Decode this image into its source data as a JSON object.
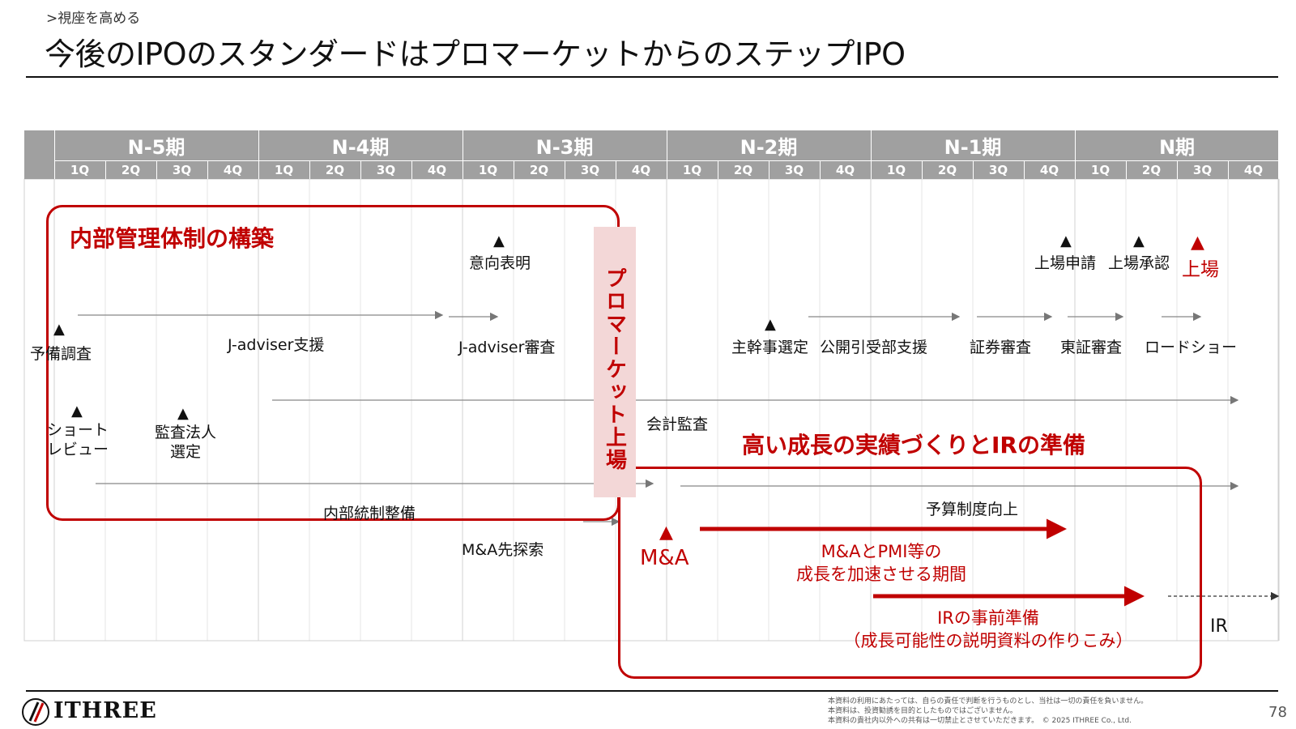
{
  "header": {
    "breadcrumb": ">視座を高める",
    "title": "今後のIPOのスタンダードはプロマーケットからのステップIPO"
  },
  "timeline": {
    "periods": [
      "N-5期",
      "N-4期",
      "N-3期",
      "N-2期",
      "N-1期",
      "N期"
    ],
    "quarters": [
      "1Q",
      "2Q",
      "3Q",
      "4Q"
    ]
  },
  "sections": {
    "internal_mgmt": "内部管理体制の構築",
    "pro_market": "プロマーケット上場",
    "growth_ir": "高い成長の実績づくりとIRの準備"
  },
  "milestones": {
    "yobi_chousa": "予備調査",
    "ikou_hyoumei": "意向表明",
    "short_review": [
      "ショート",
      "レビュー"
    ],
    "kansa_senntei": [
      "監査法人",
      "選定"
    ],
    "shukanji": "主幹事選定",
    "jojo_shinsei": "上場申請",
    "jojo_shounin": "上場承認",
    "jojo": "上場",
    "ma": "M&A"
  },
  "activities": {
    "jadviser_support": "J-adviser支援",
    "jadviser_review": "J-adviser審査",
    "public_support": "公開引受部支援",
    "shoken_review": "証券審査",
    "tosho_review": "東証審査",
    "roadshow": "ロードショー",
    "audit": "会計監査",
    "internal_control": "内部統制整備",
    "ma_search": "M&A先探索",
    "budget": "予算制度向上",
    "ma_pmi": [
      "M&AとPMI等の",
      "成長を加速させる期間"
    ],
    "ir_prep": [
      "IRの事前準備",
      "（成長可能性の説明資料の作りこみ）"
    ],
    "ir": "IR"
  },
  "footer": {
    "brand": "ITHREE",
    "disclaimer": [
      "本資料の利用にあたっては、自らの責任で判断を行うものとし、当社は一切の責任を負いません。",
      "本資料は、投資勧誘を目的としたものではございません。",
      "本資料の貴社内以外への共有は一切禁止とさせていただきます。　©  2025  ITHREE Co., Ltd."
    ],
    "page": "78"
  },
  "colors": {
    "accent": "#c00000",
    "header_gray": "#a0a0a0",
    "banner_pink": "#f3d7d7"
  }
}
